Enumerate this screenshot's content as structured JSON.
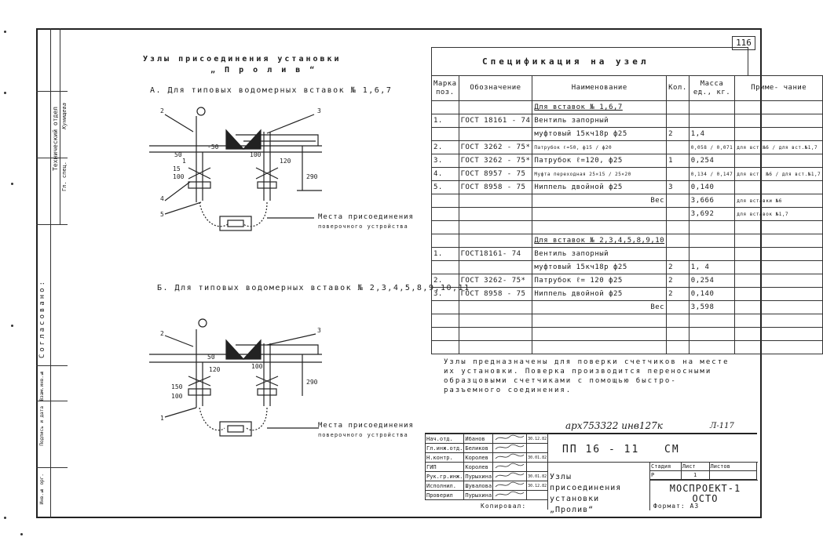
{
  "sheet": {
    "page_number": "116",
    "drawing_title_line1": "Узлы присоединения установки",
    "drawing_title_line2": "„ П р о л и в “",
    "section_a": "А. Для типовых водомерных вставок № 1,6,7",
    "section_b": "Б. Для типовых водомерных вставок № 2,3,4,5,8,9,10,11",
    "connection_label_line1": "Места присоединения",
    "connection_label_line2": "поверочного устройства",
    "note": [
      "Узлы предназначены для поверки счетчиков на месте",
      "их установки. Поверка производится переносными",
      "образцовыми счетчиками с помощью быстро-",
      "разъемного соединения."
    ],
    "archive_mark": "арх753322 инв127к",
    "sheet_ref": "Л-117",
    "copied_label": "Копировал:",
    "format_label": "Формат: А3"
  },
  "diagram_a": {
    "callouts": [
      "2",
      "3",
      "4",
      "5",
      "1"
    ],
    "dims": [
      "100",
      "120",
      "-50",
      "290",
      "100",
      "15",
      "50"
    ]
  },
  "diagram_b": {
    "callouts": [
      "2",
      "3",
      "1"
    ],
    "dims": [
      "120",
      "50",
      "100",
      "290",
      "150",
      "100"
    ]
  },
  "spec": {
    "title": "Спецификация на узел",
    "headers": {
      "pos": "Марка поз.",
      "designation": "Обозначение",
      "name": "Наименование",
      "qty": "Кол.",
      "mass": "Масса ед., кг.",
      "note": "Приме- чание"
    },
    "group_a_title": "Для вставок № 1,6,7",
    "group_b_title": "Для вставок № 2,3,4,5,8,9,10",
    "rows": [
      {
        "pos": "1.",
        "des": "ГОСТ 18161 - 74",
        "name": "Вентиль запорный",
        "qty": "",
        "mass": "",
        "note": ""
      },
      {
        "pos": "",
        "des": "",
        "name": "муфтовый 15кч18р ф25",
        "qty": "2",
        "mass": "1,4",
        "note": ""
      },
      {
        "pos": "2.",
        "des": "ГОСТ 3262 - 75*",
        "name": "Патрубок ℓ=50, ф15 / ф20",
        "qty": "",
        "mass": "0,058 / 0,071",
        "note": "для вст.№6 / для вст.№1,7"
      },
      {
        "pos": "3.",
        "des": "ГОСТ 3262 - 75*",
        "name": "Патрубок ℓ=120, ф25",
        "qty": "1",
        "mass": "0,254",
        "note": ""
      },
      {
        "pos": "4.",
        "des": "ГОСТ 8957 - 75",
        "name": "Муфта переходная 25×15 / 25×20",
        "qty": "",
        "mass": "0,134 / 0,147",
        "note": "для вст. №6 / для вст.№1,7"
      },
      {
        "pos": "5.",
        "des": "ГОСТ 8958 - 75",
        "name": "Ниппель двойной ф25",
        "qty": "3",
        "mass": "0,140",
        "note": ""
      },
      {
        "pos": "",
        "des": "",
        "name": "Вес",
        "qty": "",
        "mass": "3,666",
        "note": "для вставки №6"
      },
      {
        "pos": "",
        "des": "",
        "name": "",
        "qty": "",
        "mass": "3,692",
        "note": "для вставок №1,7"
      },
      {
        "pos": "1.",
        "des": "ГОСТ18161- 74",
        "name": "Вентиль запорный",
        "qty": "",
        "mass": "",
        "note": ""
      },
      {
        "pos": "",
        "des": "",
        "name": "муфтовый 15кч18р ф25",
        "qty": "2",
        "mass": "1, 4",
        "note": ""
      },
      {
        "pos": "2.",
        "des": "ГОСТ 3262- 75*",
        "name": "Патрубок ℓ= 120 ф25",
        "qty": "2",
        "mass": "0,254",
        "note": ""
      },
      {
        "pos": "3.",
        "des": "ГОСТ 8958 - 75",
        "name": "Ниппель двойной ф25",
        "qty": "2",
        "mass": "0,140",
        "note": ""
      },
      {
        "pos": "",
        "des": "",
        "name": "Вес",
        "qty": "",
        "mass": "3,598",
        "note": ""
      }
    ]
  },
  "title_block": {
    "code": "ПП 16 - 11",
    "code_suffix": "СМ",
    "title": "Узлы присоединения установки „Пролив“",
    "stage_label": "Стадия",
    "sheet_label": "Лист",
    "sheets_label": "Листов",
    "stage": "Р",
    "sheet": "1",
    "org": "МОСПРОЕКТ-1 ОСТО",
    "staff": [
      {
        "role": "Нач.отд.",
        "name": "Ибанов",
        "date": "30.12.82"
      },
      {
        "role": "Гл.инж.отд.",
        "name": "Беликов",
        "date": ""
      },
      {
        "role": "Н.контр.",
        "name": "Королев",
        "date": "30.01.82"
      },
      {
        "role": "ГИП",
        "name": "Королев",
        "date": ""
      },
      {
        "role": "Рук.гр.инж.",
        "name": "Пурыхина",
        "date": "30.01.82"
      },
      {
        "role": "Исполнил.",
        "name": "Шувалова",
        "date": "30.12.82"
      },
      {
        "role": "Проверил",
        "name": "Пурыхина",
        "date": ""
      }
    ]
  },
  "left_strip": {
    "dept": "Технический отдел",
    "chief": "Гл. спец.",
    "person": "Кунищева",
    "agreed": "Согласовано:",
    "inv_orig": "Инв.№ орг.",
    "sign_date": "Подпись и дата",
    "replace_inv": "Взам.инв.№"
  }
}
